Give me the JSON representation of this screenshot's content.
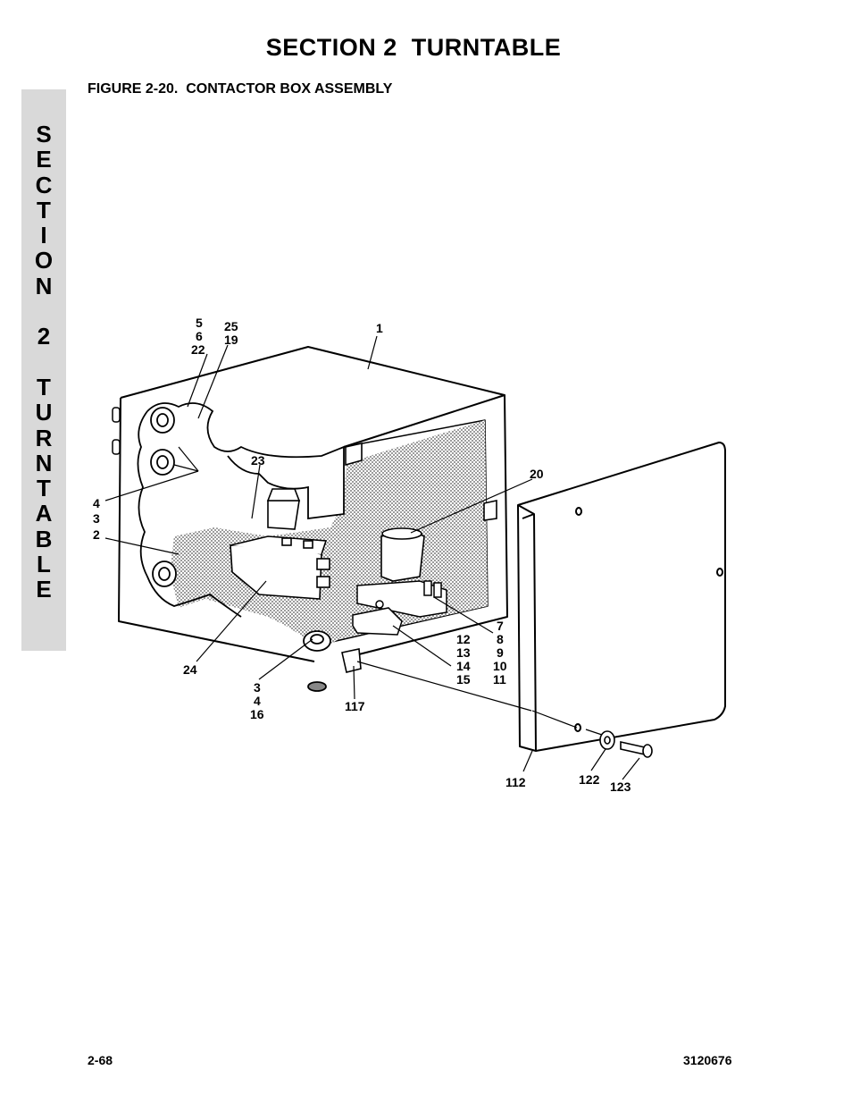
{
  "header": {
    "section_title": "SECTION 2  TURNTABLE",
    "figure_title": "FIGURE 2-20.  CONTACTOR BOX ASSEMBLY"
  },
  "side_tab": {
    "letters": [
      "S",
      "E",
      "C",
      "T",
      "I",
      "O",
      "N",
      " ",
      "2",
      " ",
      "T",
      "U",
      "R",
      "N",
      "T",
      "A",
      "B",
      "L",
      "E"
    ]
  },
  "figure": {
    "callouts": {
      "c_5": "5",
      "c_6": "6",
      "c_22": "22",
      "c_25": "25",
      "c_19": "19",
      "c_1": "1",
      "c_23": "23",
      "c_20": "20",
      "c_4a": "4",
      "c_3a": "3",
      "c_2": "2",
      "c_24": "24",
      "c_3b": "3",
      "c_4b": "4",
      "c_16": "16",
      "c_117": "117",
      "c_12": "12",
      "c_13": "13",
      "c_14": "14",
      "c_15": "15",
      "c_7": "7",
      "c_8": "8",
      "c_9": "9",
      "c_10": "10",
      "c_11": "11",
      "c_112": "112",
      "c_122": "122",
      "c_123": "123"
    }
  },
  "footer": {
    "page_number": "2-68",
    "document_number": "3120676"
  }
}
